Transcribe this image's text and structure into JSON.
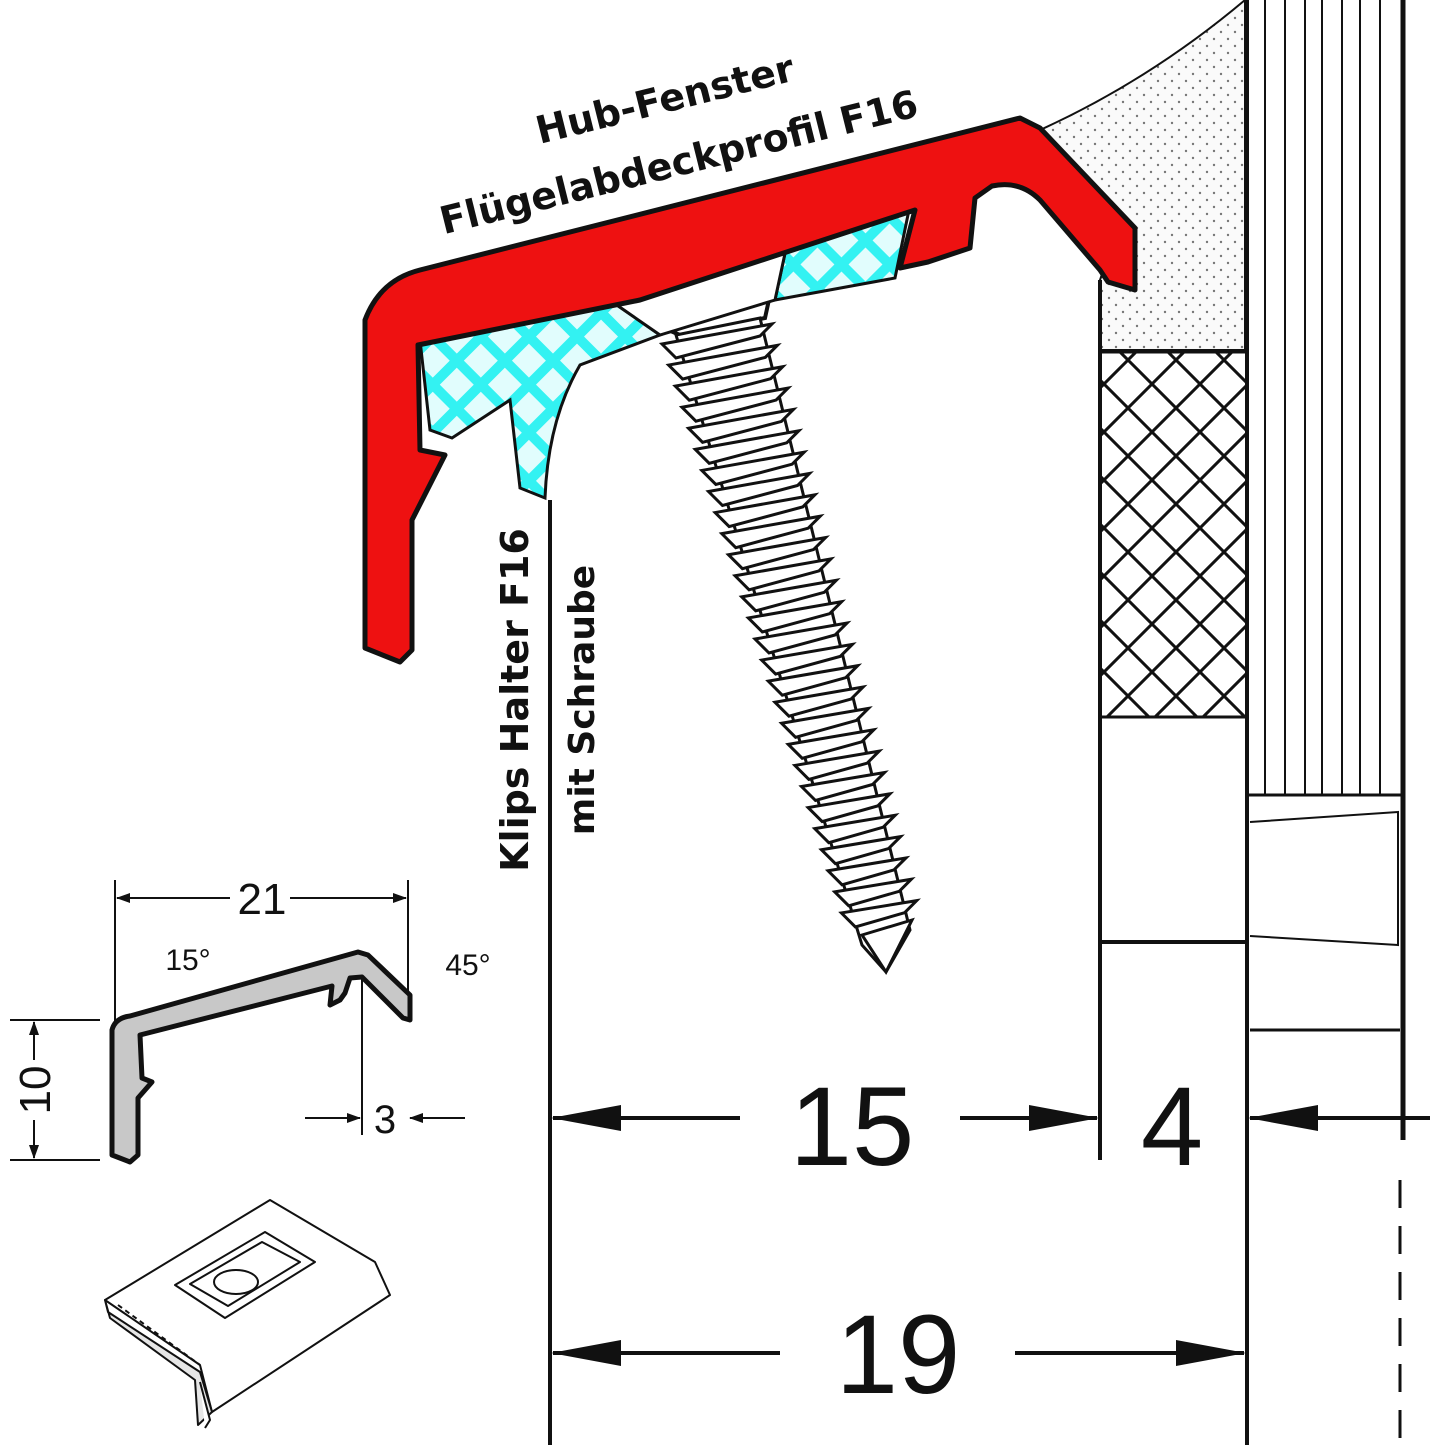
{
  "title_line1": "Hub-Fenster",
  "title_line2": "Flügelabdeckprofil F16",
  "clip_label_line1": "Klips Halter F16",
  "clip_label_line2": "mit Schraube",
  "dimensions": {
    "gap_left": "15",
    "gap_right": "4",
    "total": "19"
  },
  "profile_sketch": {
    "width": "21",
    "height": "10",
    "lip": "3",
    "angle_top": "15°",
    "angle_end": "45°"
  },
  "colors": {
    "profile_fill": "#ee1111",
    "clip_fill": "#33f2f2",
    "sketch_fill": "#c8c8c8",
    "line": "#111111"
  }
}
